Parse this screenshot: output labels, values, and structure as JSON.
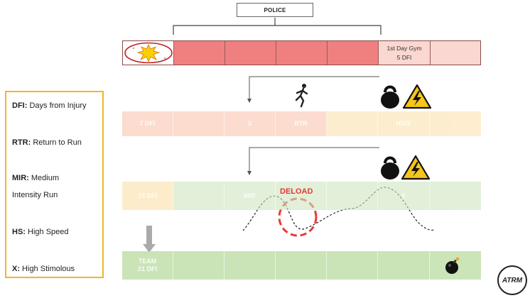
{
  "police_label": "POLICE",
  "timeline": {
    "gym_line1": "1st Day Gym",
    "gym_line2": "5 DFI"
  },
  "row2": {
    "cell0": "7 DFI",
    "cell2": "X",
    "cell3": "RTR",
    "cell5": "HS/X"
  },
  "row3": {
    "cell0": "15 DFI",
    "cell2": "MIR",
    "cell5": "X"
  },
  "row4": {
    "cell0_line1": "TEAM",
    "cell0_line2": "21 DFI"
  },
  "deload_label": "DELOAD",
  "legend": [
    {
      "abbr": "DFI:",
      "text": " Days from Injury"
    },
    {
      "abbr": "RTR:",
      "text": " Return to Run"
    },
    {
      "abbr": "MIR:",
      "text": " Medium"
    },
    {
      "abbr": "",
      "text": "Intensity Run"
    },
    {
      "abbr": "HS:",
      "text": " High Speed"
    },
    {
      "abbr": "X:",
      "text": " High Stimolous"
    }
  ],
  "logo_text": "ATRM",
  "colors": {
    "red": "#f08080",
    "pink": "#fad7d0",
    "legend_border": "#f0b820",
    "deload": "#e53935",
    "warning": "#f5c518"
  },
  "icons": [
    "explosion-icon",
    "runner-icon",
    "kettlebell-icon",
    "warning-icon",
    "down-arrow-icon",
    "bomb-icon",
    "logo-icon"
  ]
}
